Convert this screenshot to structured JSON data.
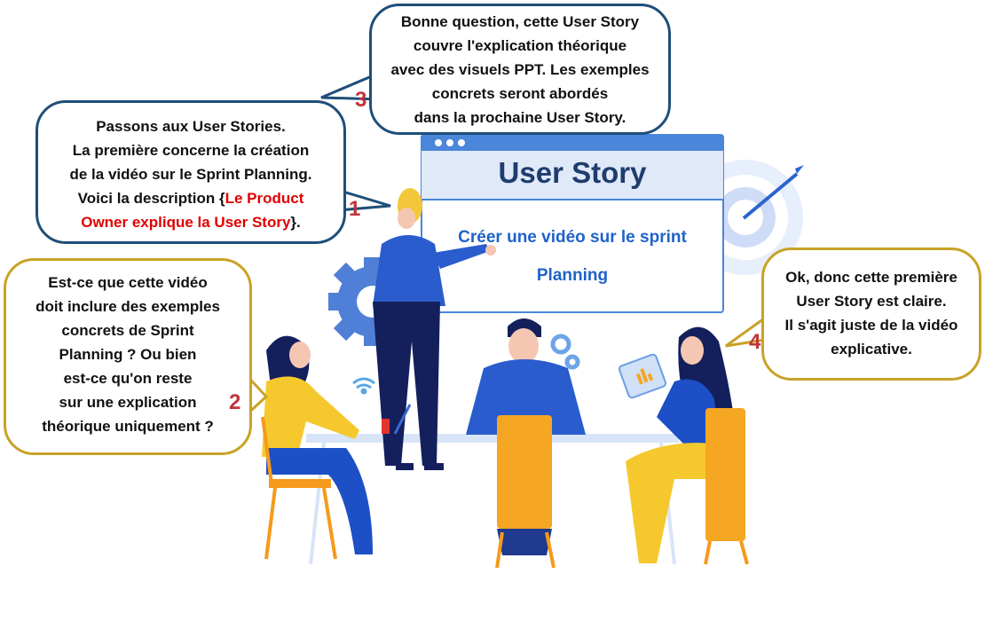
{
  "board": {
    "title": "User Story",
    "task_line1": "Créer une vidéo sur le sprint",
    "task_line2": "Planning"
  },
  "bubble1": {
    "number": "1",
    "line1": "Passons aux User Stories.",
    "line2": "La première concerne la création",
    "line3": "de la vidéo sur le Sprint Planning.",
    "line4_prefix": "Voici la description {",
    "line4_highlight": "Le Product",
    "line5_highlight": "Owner explique la User Story",
    "line5_suffix": "}."
  },
  "bubble2": {
    "number": "2",
    "lines": [
      "Est-ce que cette vidéo",
      "doit inclure des exemples",
      "concrets de Sprint",
      "Planning ? Ou bien",
      "est-ce qu'on reste",
      "sur une explication",
      "théorique uniquement ?"
    ]
  },
  "bubble3": {
    "number": "3",
    "lines": [
      "Bonne question, cette User Story",
      "couvre l'explication théorique",
      "avec des visuels PPT. Les exemples",
      "concrets seront abordés",
      "dans la prochaine User Story."
    ]
  },
  "bubble4": {
    "number": "4",
    "lines": [
      "Ok, donc cette première",
      "User Story est claire.",
      "Il s'agit juste de la vidéo",
      "explicative."
    ]
  },
  "colors": {
    "dark_blue_border": "#1f4e79",
    "gold_border": "#c9a227",
    "highlight_red": "#e00000",
    "number_red": "#c0343a",
    "board_title": "#1f3c6e",
    "board_text": "#1e63c8"
  }
}
